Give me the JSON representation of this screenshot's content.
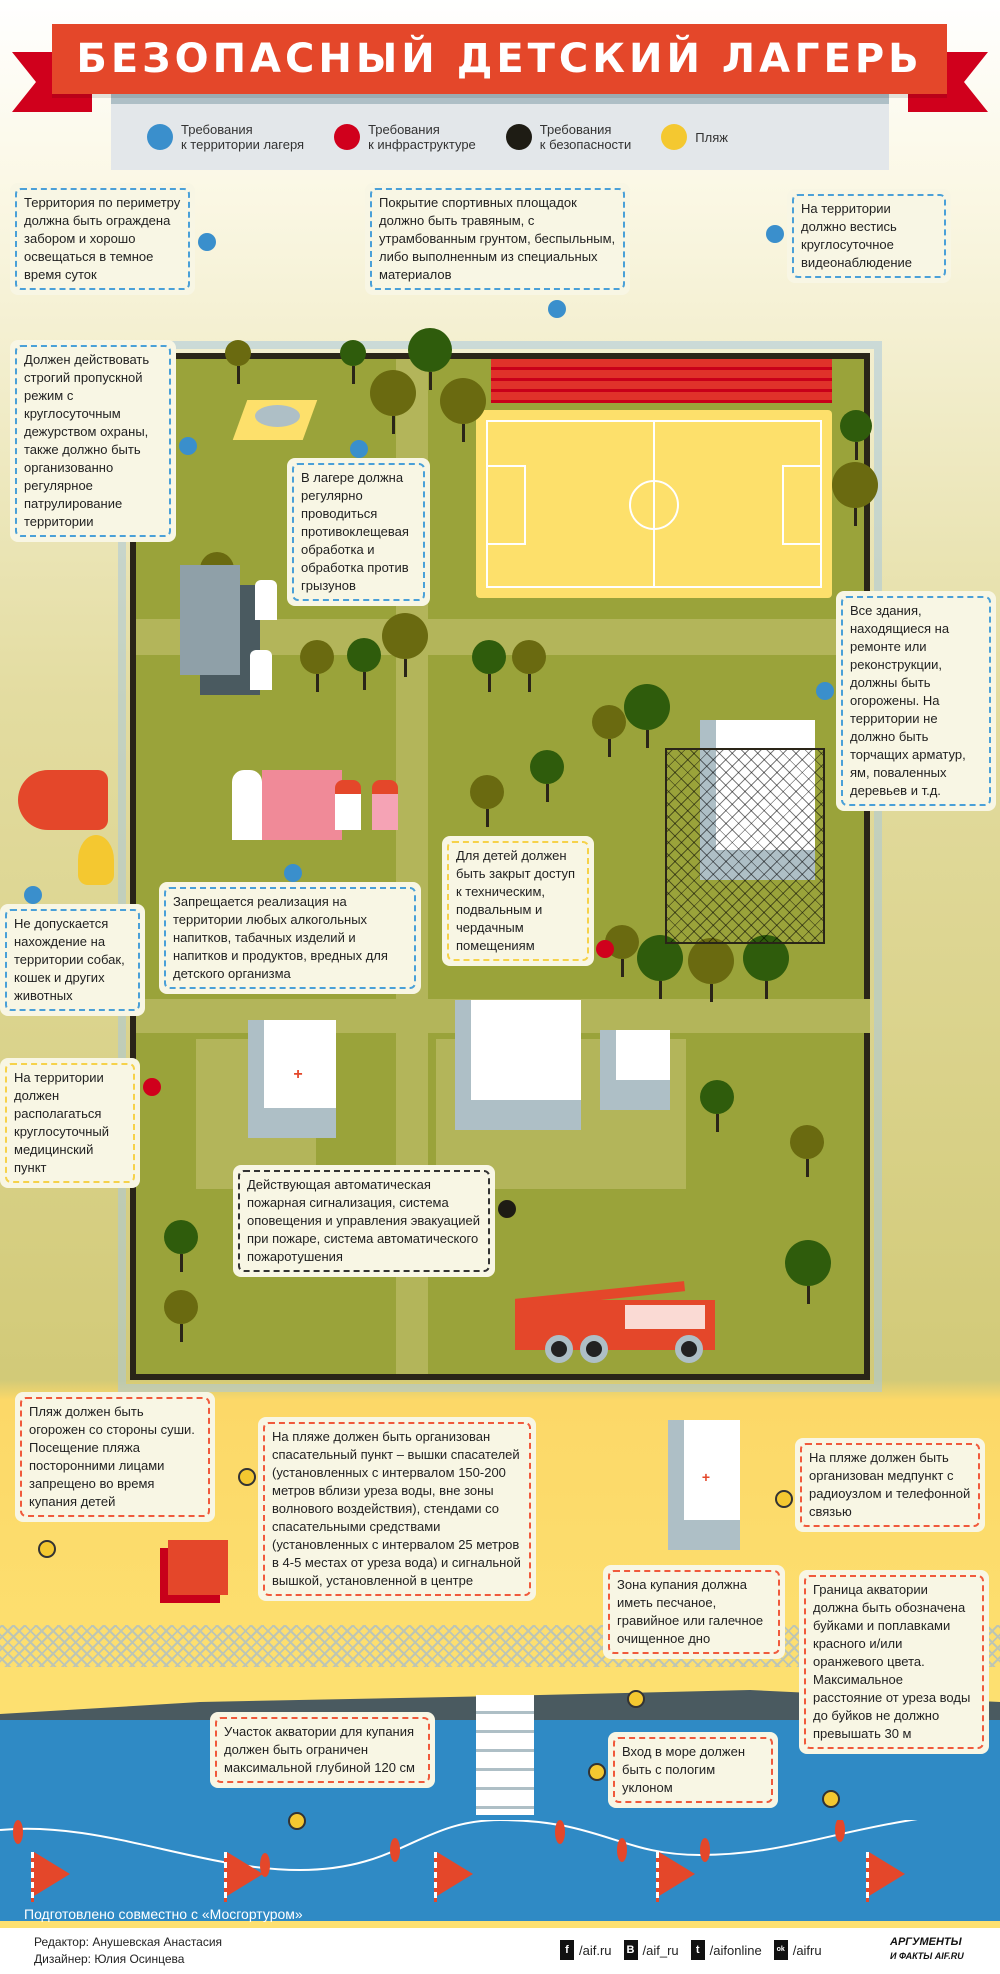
{
  "title": "БЕЗОПАСНЫЙ ДЕТСКИЙ ЛАГЕРЬ",
  "colors": {
    "territory": "#3a8fcc",
    "infrastructure": "#d0001c",
    "safety": "#1e1c14",
    "beach": "#f4c830",
    "accent": "#e4472a"
  },
  "legend": [
    {
      "label_1": "Требования",
      "label_2": "к территории лагеря",
      "color": "#3a8fcc"
    },
    {
      "label_1": "Требования",
      "label_2": "к инфраструктуре",
      "color": "#d0001c"
    },
    {
      "label_1": "Требования",
      "label_2": "к безопасности",
      "color": "#1e1c14"
    },
    {
      "label_1": "Пляж",
      "label_2": "",
      "color": "#f4c830"
    }
  ],
  "notes": [
    {
      "category": "territory",
      "text": "Территория по периметру должна быть ограждена забором и хорошо освещаться в темное время суток"
    },
    {
      "category": "territory",
      "text": "Покрытие спортивных площадок должно быть травяным, с утрамбованным грунтом, беспыльным, либо выполненным из специальных материалов"
    },
    {
      "category": "territory",
      "text": "На территории должно вестись круглосуточное видеонаблюдение"
    },
    {
      "category": "territory",
      "text": "Должен действовать строгий пропускной режим с круглосуточным дежурством охраны, также должно быть организованно регулярное патрулирование территории"
    },
    {
      "category": "territory",
      "text": "В лагере должна регулярно проводиться противоклещевая обработка и обработка против грызунов"
    },
    {
      "category": "territory",
      "text": "Все здания, находящиеся на ремонте или реконструкции, должны быть огорожены. На территории не должно быть торчащих арматур, ям, поваленных деревьев и т.д."
    },
    {
      "category": "territory",
      "text": "Не допускается нахождение на территории собак, кошек и других животных"
    },
    {
      "category": "territory",
      "text": "Запрещается реализация на территории любых алкогольных напитков, табачных изделий и напитков и продуктов, вредных для детского организма"
    },
    {
      "category": "infrastructure",
      "text": "Для детей должен быть закрыт доступ к техническим, подвальным и чердачным помещениям"
    },
    {
      "category": "infrastructure",
      "text": "На территории должен располагаться круглосуточный медицинский пункт"
    },
    {
      "category": "safety",
      "text": "Действующая автоматическая пожарная сигнализация, система оповещения и управления эвакуацией при пожаре, система автоматического пожаротушения"
    },
    {
      "category": "beach",
      "text": "Пляж должен быть огорожен со стороны суши. Посещение пляжа посторонними лицами запрещено во время купания детей"
    },
    {
      "category": "beach",
      "text": "На пляже должен быть организован спасательный пункт – вышки спасателей (установленных с интервалом 150-200 метров вблизи уреза воды, вне зоны волнового воздействия), стендами со спасательными средствами (установленных с интервалом 25 метров в 4-5 местах от уреза вода) и сигнальной вышкой, установленной в центре"
    },
    {
      "category": "beach",
      "text": "На пляже должен быть организован медпункт с радиоузлом и телефонной связью"
    },
    {
      "category": "beach",
      "text": "Зона купания должна иметь песчаное, гравийное или галечное очищенное дно"
    },
    {
      "category": "beach",
      "text": "Граница акватории должна быть обозначена буйками и поплавками красного и/или оранжевого цвета. Максимальное расстояние от уреза воды до буйков не должно превышать 30 м"
    },
    {
      "category": "beach",
      "text": "Участок акватории для купания должен быть ограничен максимальной глубиной 120 см"
    },
    {
      "category": "beach",
      "text": "Вход в море должен быть с пологим уклоном"
    }
  ],
  "credit": "Подготовлено совместно с «Мосгортуром»",
  "footer": {
    "editor": "Редактор: Анушевская Анастасия",
    "designer": "Дизайнер: Юлия Осинцева",
    "social": [
      {
        "icon": "f",
        "handle": "/aif.ru"
      },
      {
        "icon": "В",
        "handle": "/aif_ru"
      },
      {
        "icon": "t",
        "handle": "/aifonline"
      },
      {
        "icon": "ok",
        "handle": "/aifru"
      }
    ],
    "logo_line1": "АРГУМЕНТЫ",
    "logo_line2": "И ФАКТЫ AIF.RU"
  }
}
